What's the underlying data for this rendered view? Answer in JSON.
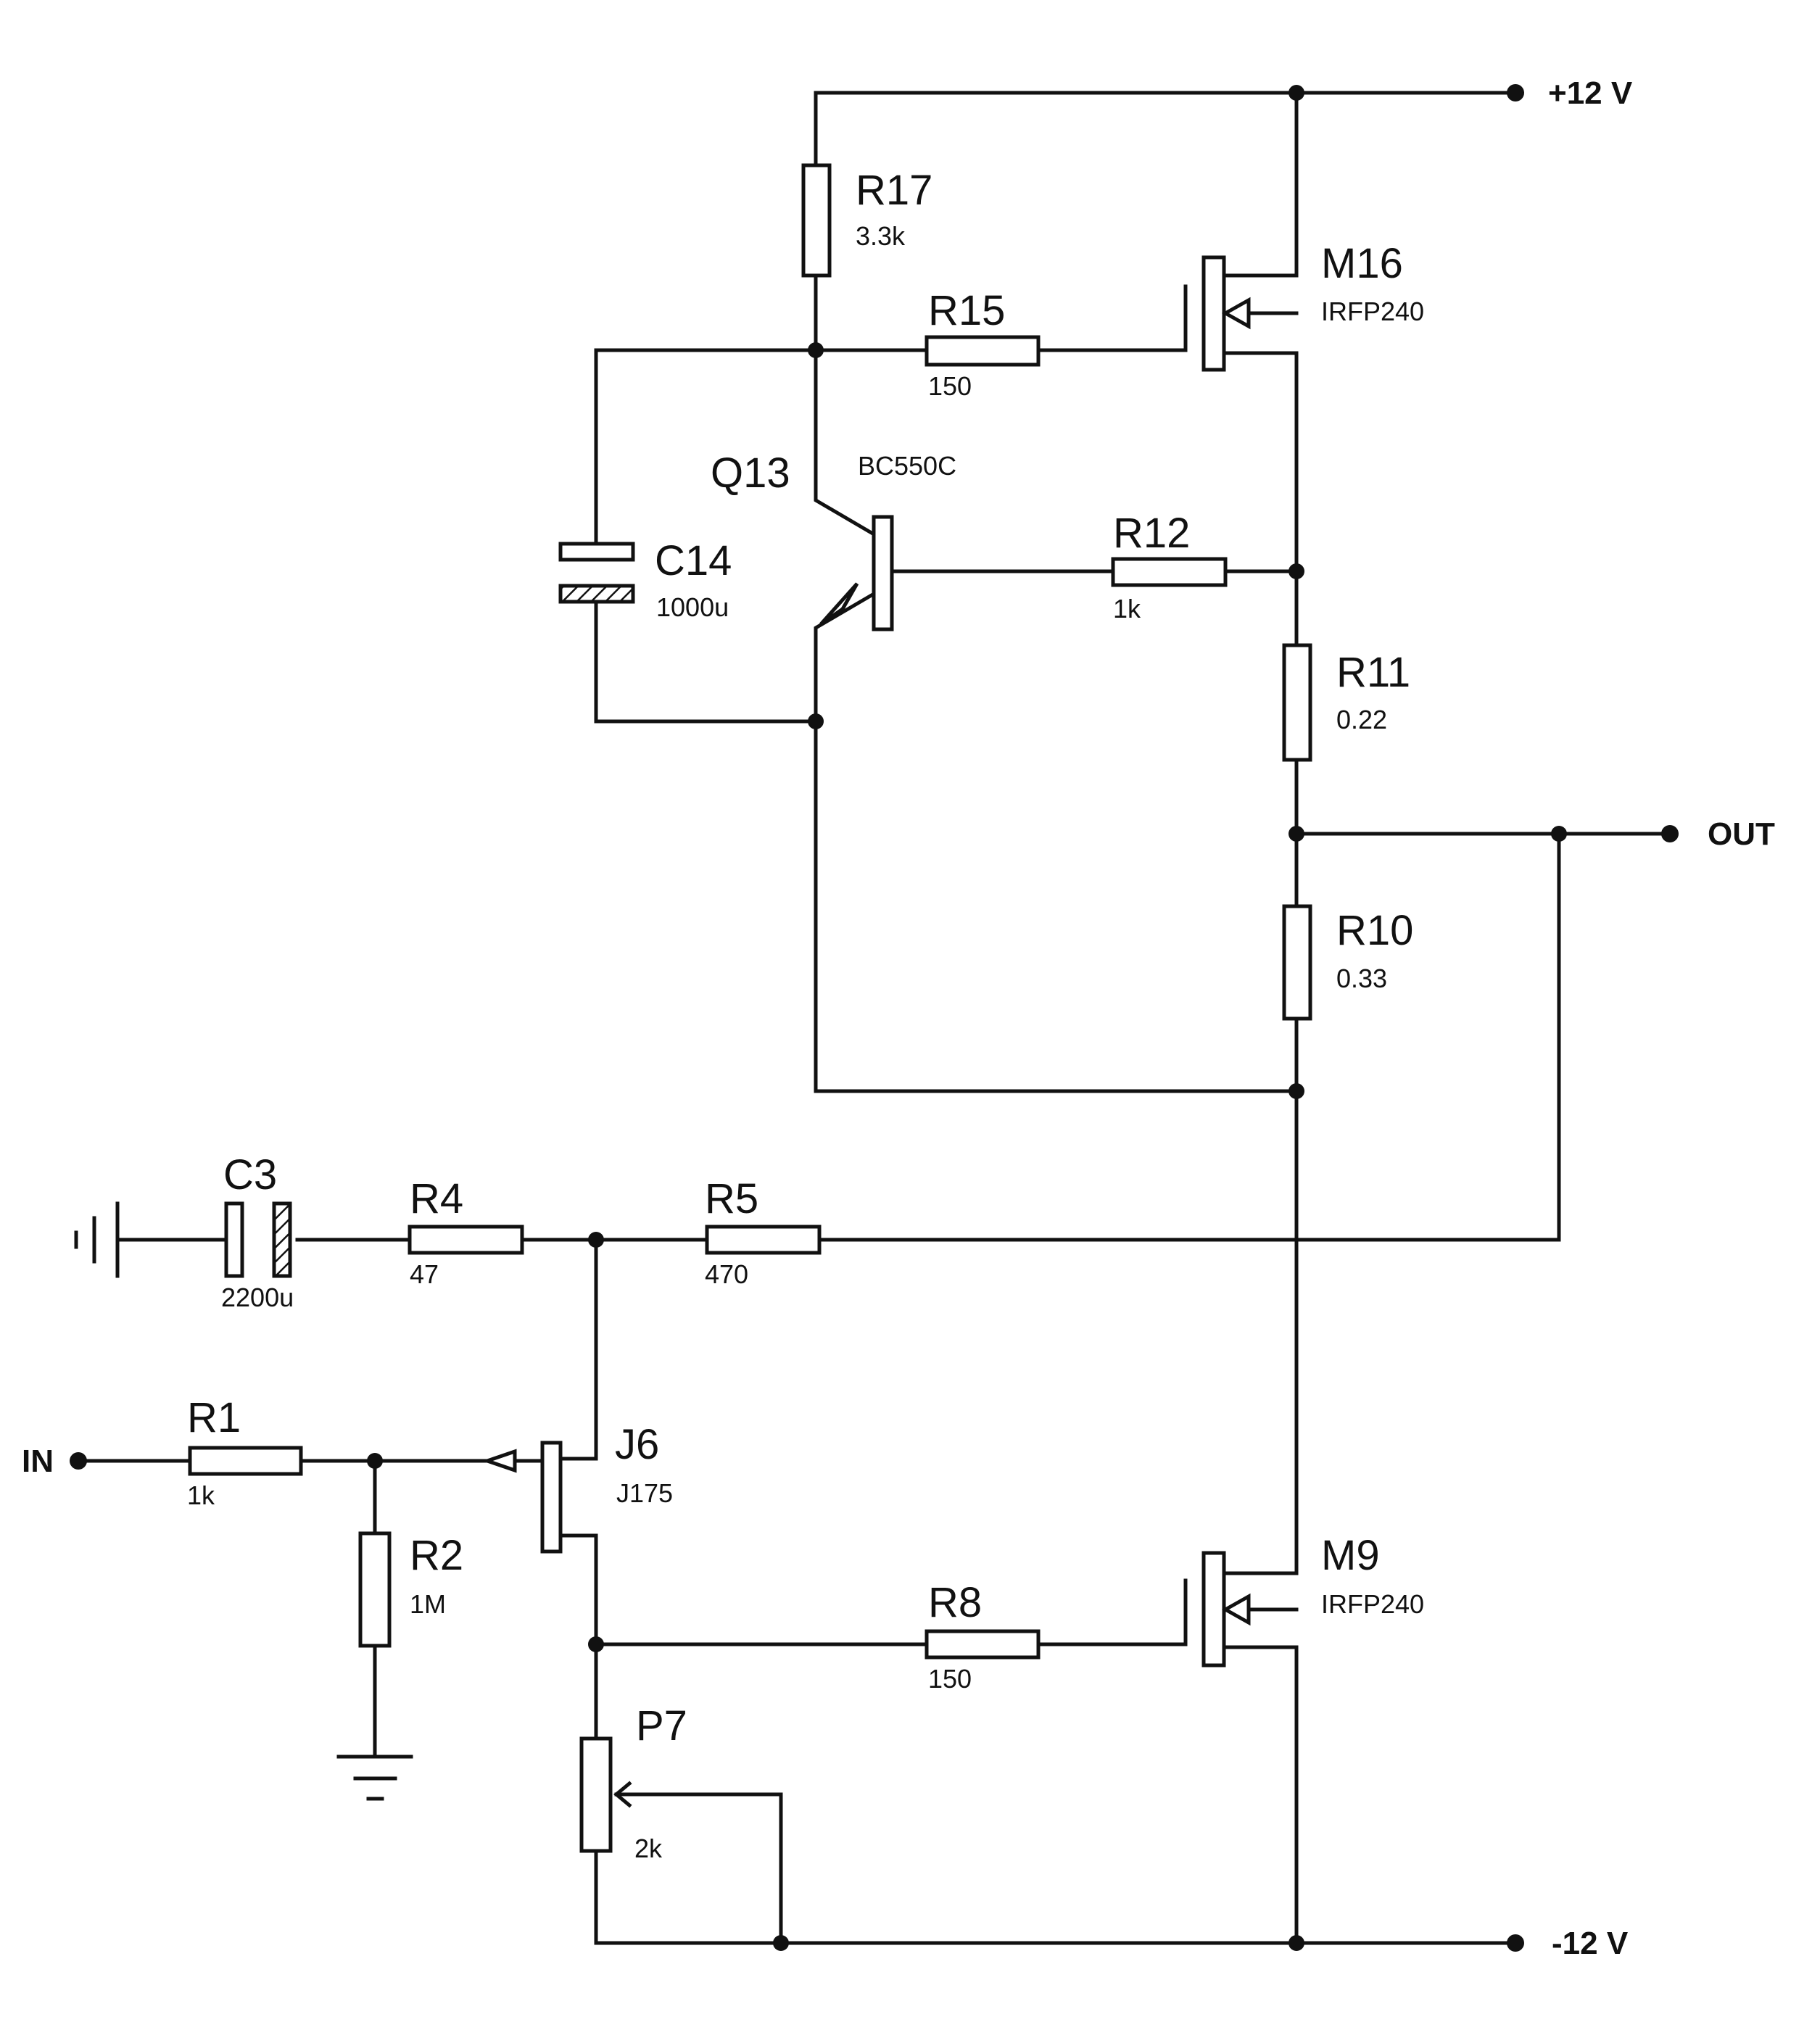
{
  "rails": {
    "positive": "+12 V",
    "negative": "-12 V"
  },
  "ports": {
    "input": "IN",
    "output": "OUT"
  },
  "components": {
    "R17": {
      "ref": "R17",
      "value": "3.3k"
    },
    "R15": {
      "ref": "R15",
      "value": "150"
    },
    "M16": {
      "ref": "M16",
      "part": "IRFP240"
    },
    "Q13": {
      "ref": "Q13",
      "part": "BC550C"
    },
    "C14": {
      "ref": "C14",
      "value": "1000u"
    },
    "R12": {
      "ref": "R12",
      "value": "1k"
    },
    "R11": {
      "ref": "R11",
      "value": "0.22"
    },
    "R10": {
      "ref": "R10",
      "value": "0.33"
    },
    "C3": {
      "ref": "C3",
      "value": "2200u"
    },
    "R4": {
      "ref": "R4",
      "value": "47"
    },
    "R5": {
      "ref": "R5",
      "value": "470"
    },
    "R1": {
      "ref": "R1",
      "value": "1k"
    },
    "R2": {
      "ref": "R2",
      "value": "1M"
    },
    "J6": {
      "ref": "J6",
      "part": "J175"
    },
    "R8": {
      "ref": "R8",
      "value": "150"
    },
    "M9": {
      "ref": "M9",
      "part": "IRFP240"
    },
    "P7": {
      "ref": "P7",
      "value": "2k"
    }
  }
}
